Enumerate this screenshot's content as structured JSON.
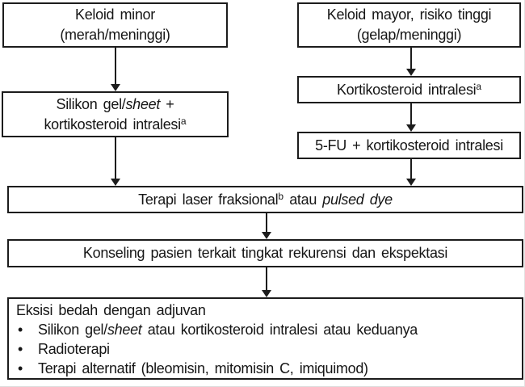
{
  "colors": {
    "border": "#1c1c1c",
    "text": "#161616",
    "background": "#ffffff"
  },
  "boxes": {
    "keloid_minor": {
      "line1": "Keloid minor",
      "line2": "(merah/meninggi)"
    },
    "keloid_mayor": {
      "line1": "Keloid mayor, risiko tinggi",
      "line2": "(gelap/meninggi)"
    },
    "silikon": {
      "l1_pre": "Silikon gel/",
      "l1_italic": "sheet",
      "l1_post": " +",
      "l2_text": "kortikosteroid intralesi",
      "l2_sup": "a"
    },
    "kortikosteroid": {
      "text": "Kortikosteroid intralesi",
      "sup": "a"
    },
    "fu": {
      "text": "5-FU + kortikosteroid intralesi"
    },
    "laser": {
      "pre": "Terapi laser fraksional",
      "sup": "b",
      "mid": " atau ",
      "italic": "pulsed dye"
    },
    "konseling": {
      "text": "Konseling pasien terkait tingkat rekurensi dan ekspektasi"
    },
    "eksisi": {
      "title": "Eksisi bedah dengan adjuvan",
      "bullet_char": "•",
      "bullets": [
        {
          "pre": "Silikon gel/",
          "italic": "sheet",
          "post": " atau kortikosteroid intralesi atau keduanya"
        },
        {
          "pre": "",
          "italic": "",
          "post": "Radioterapi"
        },
        {
          "pre": "",
          "italic": "",
          "post": "Terapi alternatif (bleomisin, mitomisin C, imiquimod)"
        }
      ]
    }
  }
}
